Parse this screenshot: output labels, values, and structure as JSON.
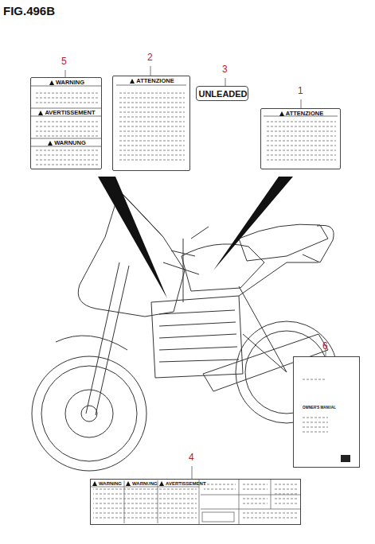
{
  "diagram": {
    "title": "FIG.496B",
    "nodes": [
      {
        "text": [
          "WARNING",
          "AVERTISSEMENT",
          "WARNUNG"
        ]
      },
      {
        "text": [
          "ATTENZIONE"
        ]
      },
      {
        "text": [
          "UNLEADED"
        ]
      },
      {
        "text": [
          "ATTENZIONE"
        ]
      },
      {
        "text": [
          "OWNER'S MANUAL"
        ]
      },
      {
        "text": [
          "WARNING",
          "WARNUNG",
          "AVERTISSEMENT"
        ]
      }
    ],
    "labels": [
      "5",
      "2",
      "3",
      "1",
      "6",
      "4"
    ]
  }
}
